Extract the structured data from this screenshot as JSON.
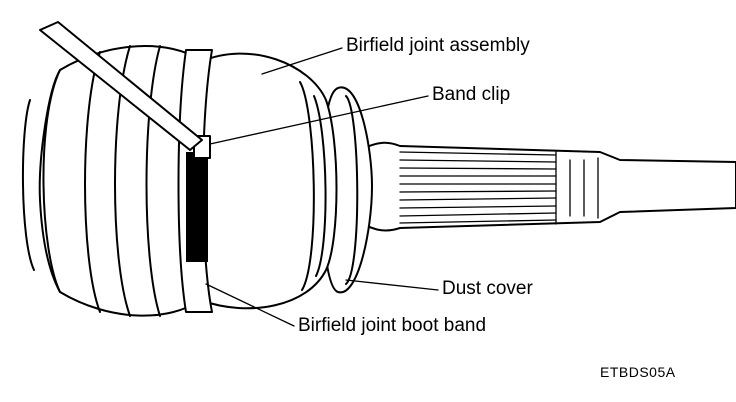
{
  "labels": {
    "joint_assembly": "Birfield joint assembly",
    "band_clip": "Band clip",
    "dust_cover": "Dust cover",
    "boot_band": "Birfield joint boot band"
  },
  "figure_code": "ETBDS05A",
  "colors": {
    "ink": "#000000",
    "background": "#ffffff"
  }
}
